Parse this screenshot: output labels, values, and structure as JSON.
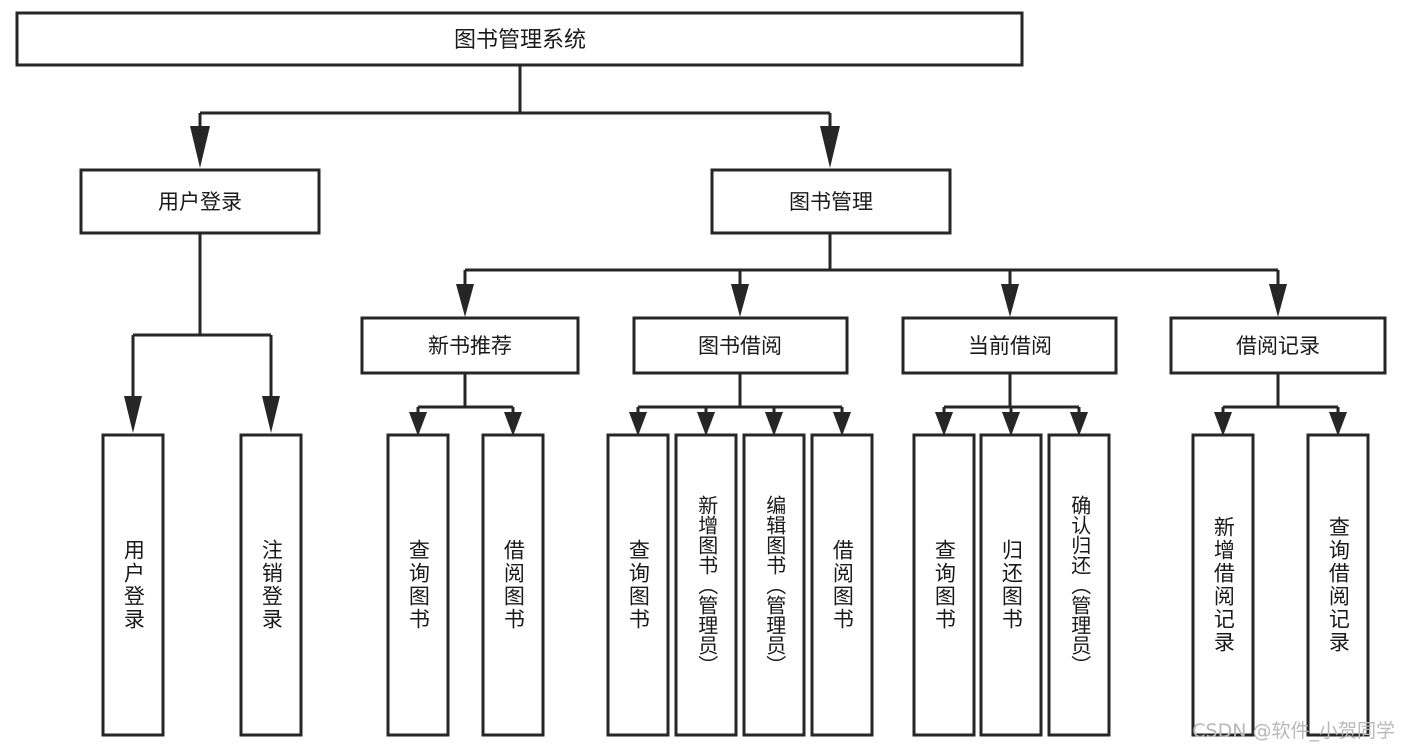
{
  "diagram": {
    "title": "图书管理系统",
    "type": "function-structure-tree",
    "watermark": "CSDN @软件_小贺同学",
    "colors": {
      "stroke": "#262626",
      "box_fill": "#ffffff",
      "text": "#1a1a1a",
      "watermark": "#b9b9b9",
      "background": "#ffffff"
    },
    "root": {
      "label": "图书管理系统"
    },
    "level2": [
      {
        "label": "用户登录"
      },
      {
        "label": "图书管理"
      }
    ],
    "level3": [
      {
        "label": "新书推荐"
      },
      {
        "label": "图书借阅"
      },
      {
        "label": "当前借阅"
      },
      {
        "label": "借阅记录"
      }
    ],
    "leaves": {
      "user_login": [
        {
          "label": "用户登录"
        },
        {
          "label": "注销登录"
        }
      ],
      "new_book_recommend": [
        {
          "label": "查询图书"
        },
        {
          "label": "借阅图书"
        }
      ],
      "book_borrow": [
        {
          "label": "查询图书"
        },
        {
          "label": "新增图书（管理员）"
        },
        {
          "label": "编辑图书（管理员）"
        },
        {
          "label": "借阅图书"
        }
      ],
      "current_borrow": [
        {
          "label": "查询图书"
        },
        {
          "label": "归还图书"
        },
        {
          "label": "确认归还（管理员）"
        }
      ],
      "borrow_record": [
        {
          "label": "新增借阅记录"
        },
        {
          "label": "查询借阅记录"
        }
      ]
    }
  }
}
